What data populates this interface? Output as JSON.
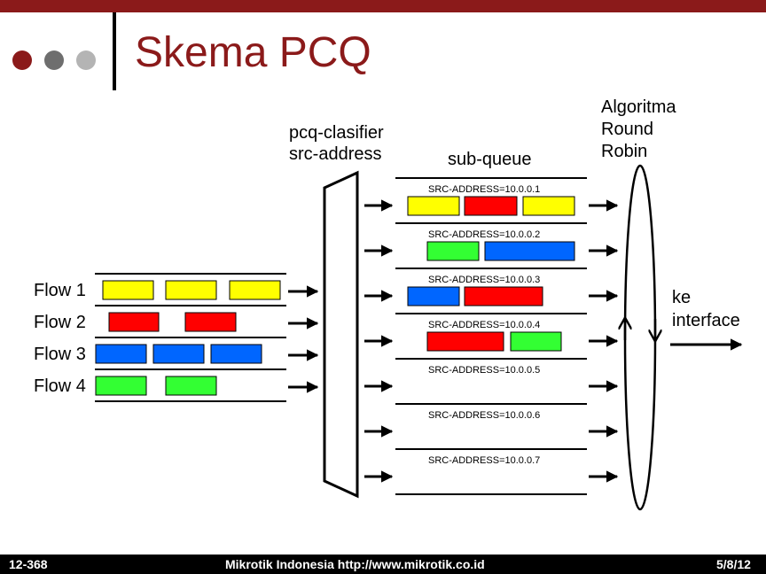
{
  "slide": {
    "title": "Skema PCQ",
    "colors": {
      "accent": "#8b1a1a",
      "dot_dark": "#8b1a1a",
      "dot_mid": "#6e6e6e",
      "dot_light": "#b4b4b4"
    }
  },
  "classifier": {
    "label_line1": "pcq-clasifier",
    "label_line2": "src-address"
  },
  "subqueue": {
    "label": "sub-queue",
    "queues": [
      {
        "label": "SRC-ADDRESS=10.0.0.1",
        "packets": [
          "yellow",
          "red",
          "yellow"
        ]
      },
      {
        "label": "SRC-ADDRESS=10.0.0.2",
        "packets": [
          "green",
          "blue"
        ]
      },
      {
        "label": "SRC-ADDRESS=10.0.0.3",
        "packets": [
          "blue",
          "red"
        ]
      },
      {
        "label": "SRC-ADDRESS=10.0.0.4",
        "packets": [
          "red",
          "green"
        ]
      },
      {
        "label": "SRC-ADDRESS=10.0.0.5",
        "packets": []
      },
      {
        "label": "SRC-ADDRESS=10.0.0.6",
        "packets": []
      },
      {
        "label": "SRC-ADDRESS=10.0.0.7",
        "packets": []
      }
    ]
  },
  "flows": [
    {
      "label": "Flow 1",
      "packets": [
        "yellow",
        "yellow",
        "yellow"
      ]
    },
    {
      "label": "Flow 2",
      "packets": [
        "red",
        "red"
      ]
    },
    {
      "label": "Flow 3",
      "packets": [
        "blue",
        "blue",
        "blue"
      ]
    },
    {
      "label": "Flow 4",
      "packets": [
        "green",
        "green"
      ]
    }
  ],
  "round_robin": {
    "line1": "Algoritma",
    "line2": "Round",
    "line3": "Robin"
  },
  "output": {
    "line1": "ke",
    "line2": "interface"
  },
  "packet_colors": {
    "yellow": "#ffff00",
    "red": "#ff0000",
    "blue": "#0066ff",
    "green": "#33ff33"
  },
  "footer": {
    "left": "12-368",
    "center": "Mikrotik Indonesia http://www.mikrotik.co.id",
    "right": "5/8/12"
  }
}
